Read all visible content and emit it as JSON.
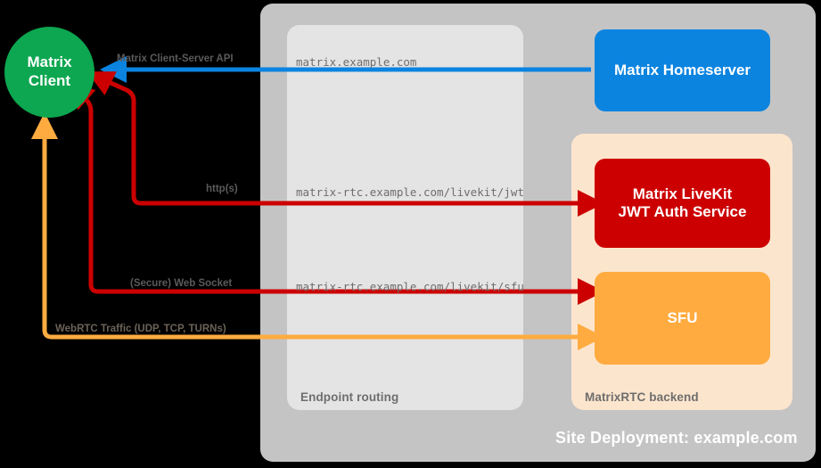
{
  "diagram": {
    "title": "Site Deployment: example.com",
    "colors": {
      "background": "#000000",
      "site_deployment": "#c4c4c4",
      "endpoint_routing": "#e4e4e4",
      "matrixrtc_backend": "#fce5cd",
      "matrix_client": "#0ca750",
      "matrix_homeserver": "#0b84e0",
      "jwt_auth_service": "#cc0000",
      "sfu": "#ffab40",
      "arrow_blue": "#0b84e0",
      "arrow_red": "#cc0000",
      "arrow_orange": "#ffab40"
    }
  },
  "nodes": {
    "matrix_client": "Matrix\nClient",
    "matrix_client_line1": "Matrix",
    "matrix_client_line2": "Client",
    "matrix_homeserver": "Matrix Homeserver",
    "jwt_auth_line1": "Matrix LiveKit",
    "jwt_auth_line2": "JWT Auth Service",
    "sfu": "SFU"
  },
  "containers": {
    "site_deployment": "Site Deployment: example.com",
    "endpoint_routing": "Endpoint routing",
    "matrixrtc_backend": "MatrixRTC backend"
  },
  "connections": [
    {
      "protocol": "Matrix Client-Server API",
      "endpoint": "matrix.example.com",
      "from": "matrix-homeserver",
      "to": "matrix-client",
      "color": "#0b84e0"
    },
    {
      "protocol": "http(s)",
      "endpoint": "matrix-rtc.example.com/livekit/jwt",
      "from": "matrix-client",
      "to": "jwt-auth-service",
      "color": "#cc0000"
    },
    {
      "protocol": "(Secure) Web Socket",
      "endpoint": "matrix-rtc.example.com/livekit/sfu",
      "from": "matrix-client",
      "to": "sfu",
      "color": "#cc0000"
    },
    {
      "protocol": "WebRTC Traffic (UDP, TCP, TURNs)",
      "endpoint": "",
      "from": "matrix-client",
      "to": "sfu",
      "color": "#ffab40"
    }
  ],
  "labels": {
    "protocol_csapi": "Matrix Client-Server API",
    "protocol_https": "http(s)",
    "protocol_websocket": "(Secure) Web Socket",
    "protocol_webrtc": "WebRTC Traffic (UDP, TCP, TURNs)",
    "endpoint_matrix": "matrix.example.com",
    "endpoint_jwt": "matrix-rtc.example.com/livekit/jwt",
    "endpoint_sfu": "matrix-rtc.example.com/livekit/sfu"
  }
}
